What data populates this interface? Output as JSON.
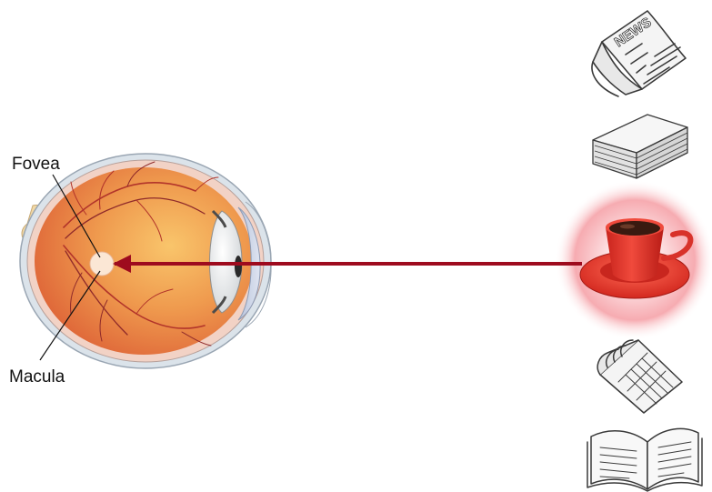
{
  "labels": {
    "fovea": "Fovea",
    "macula": "Macula"
  },
  "icons": {
    "newspaper": "newspaper-icon",
    "napkins": "napkin-stack-icon",
    "cup": "coffee-cup-icon",
    "notepad": "notepad-icon",
    "book": "open-book-icon",
    "eye": "eye-cross-section"
  },
  "newspaper_text": "NEWS",
  "colors": {
    "arrow": "#9e0b1e",
    "highlight_glow": "#f5a0a8",
    "cup_red": "#e8352b",
    "saucer_red": "#e62e24",
    "retina_orange": "#e98a45",
    "fovea_spot": "#fbe7d5",
    "sketch_stroke": "#3a3a3a"
  }
}
